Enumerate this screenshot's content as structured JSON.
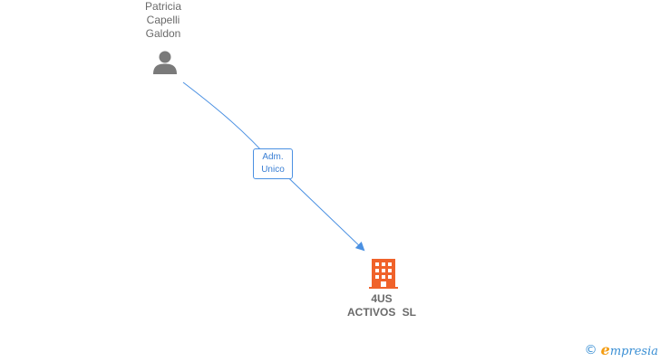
{
  "person": {
    "name_lines": [
      "Patricia",
      "Capelli",
      "Galdon"
    ],
    "icon": "person-icon"
  },
  "relation": {
    "label_lines": [
      "Adm.",
      "Unico"
    ]
  },
  "company": {
    "name_lines": [
      "4US",
      "ACTIVOS SL"
    ],
    "icon": "building-icon"
  },
  "brand": {
    "copyright": "©",
    "initial": "e",
    "name": "mpresia"
  },
  "colors": {
    "edge": "#4a90e2",
    "company": "#f0622a",
    "person": "#7a7a7a",
    "brand_blue": "#3a8fd4",
    "brand_orange": "#f39c12"
  }
}
